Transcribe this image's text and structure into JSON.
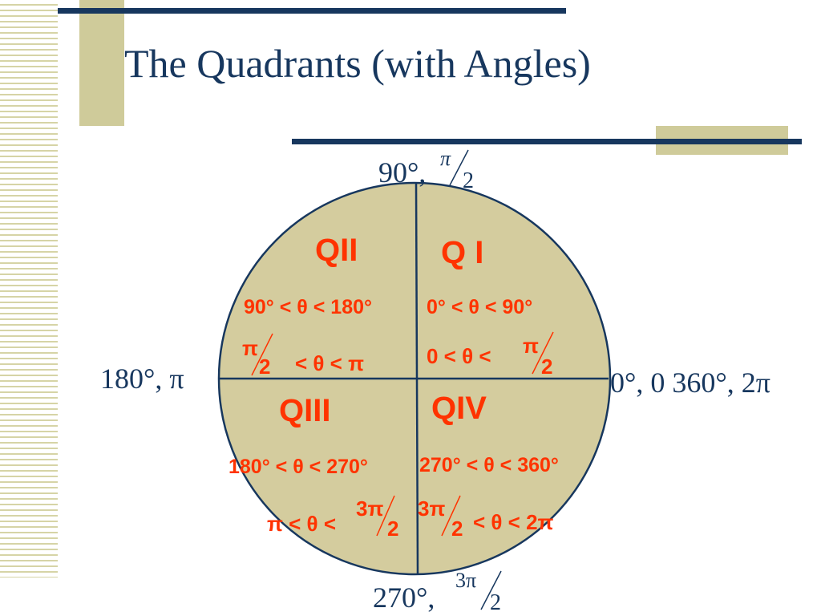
{
  "slide": {
    "title": "The Quadrants (with Angles)"
  },
  "axes": {
    "top": {
      "deg": "90°,",
      "num": "π",
      "den": "2"
    },
    "left": "180°, π",
    "right": "0°, 0 360°, 2π",
    "bottom": {
      "deg": "270°,",
      "num": "3π",
      "den": "2"
    }
  },
  "quadrants": {
    "q1": {
      "name": "Q I",
      "deg_range": "0° < θ < 90°",
      "rad_prefix": "0 < θ <",
      "rad_num": "π",
      "rad_den": "2"
    },
    "q2": {
      "name": "QII",
      "deg_range": "90° < θ < 180°",
      "rad_num": "π",
      "rad_den": "2",
      "rad_suffix": "< θ < π"
    },
    "q3": {
      "name": "QIII",
      "deg_range": "180° < θ < 270°",
      "rad_prefix": "π < θ <",
      "rad_num": "3π",
      "rad_den": "2"
    },
    "q4": {
      "name": "QIV",
      "deg_range": "270° < θ < 360°",
      "rad_num": "3π",
      "rad_den": "2",
      "rad_suffix": "< θ < 2π"
    }
  },
  "colors": {
    "navy": "#17375e",
    "tan": "#cfcb9a",
    "red": "#ff3300",
    "circle_fill": "#d4cc9e"
  }
}
